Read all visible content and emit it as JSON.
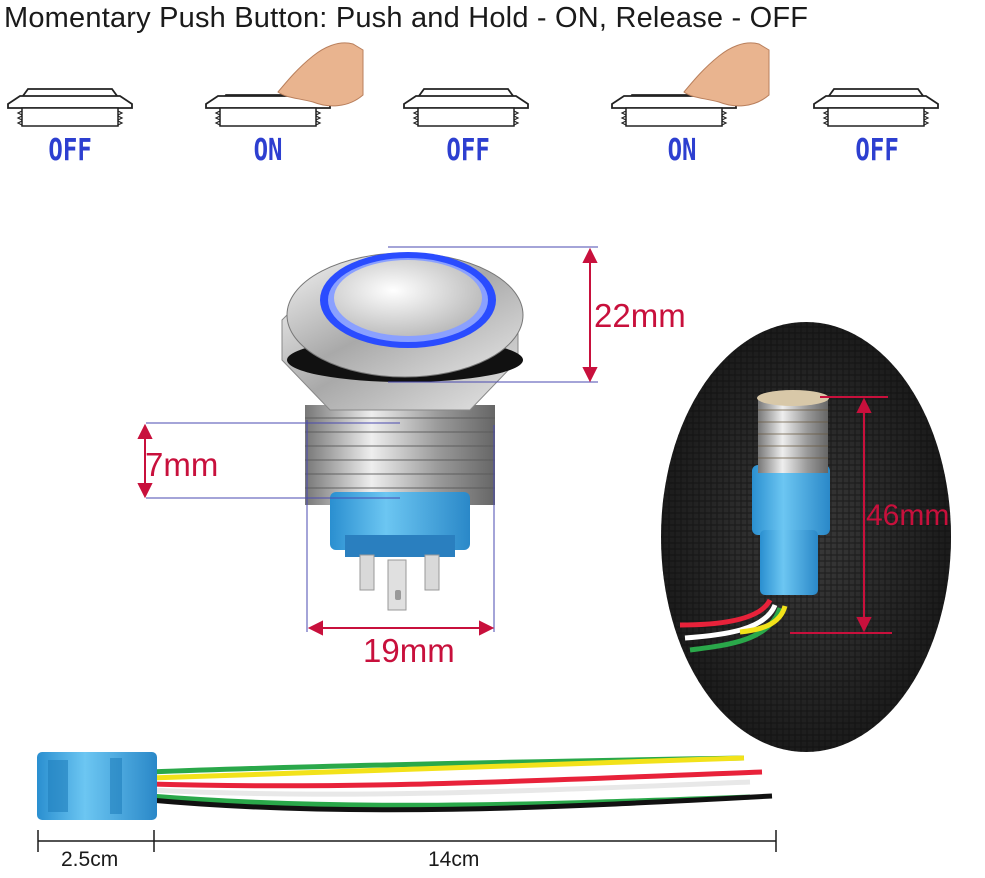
{
  "title": "Momentary Push Button: Push and Hold - ON, Release - OFF",
  "sequence": [
    {
      "state": "OFF",
      "pressed": false
    },
    {
      "state": "ON",
      "pressed": true
    },
    {
      "state": "OFF",
      "pressed": false
    },
    {
      "state": "ON",
      "pressed": true
    },
    {
      "state": "OFF",
      "pressed": false
    }
  ],
  "dimensions": {
    "height": "22mm",
    "thread": "7mm",
    "diameter": "19mm",
    "total_length": "46mm"
  },
  "harness": {
    "connector_length": "2.5cm",
    "wire_length": "14cm"
  },
  "colors": {
    "label_blue": "#2d3fd0",
    "dimension_red": "#c8103c",
    "led_ring": "#2a4cff",
    "connector_blue": "#3aa6e0",
    "wires": [
      "#f2e21a",
      "#e8223a",
      "#ffffff",
      "#2aa84a",
      "#111111"
    ]
  }
}
